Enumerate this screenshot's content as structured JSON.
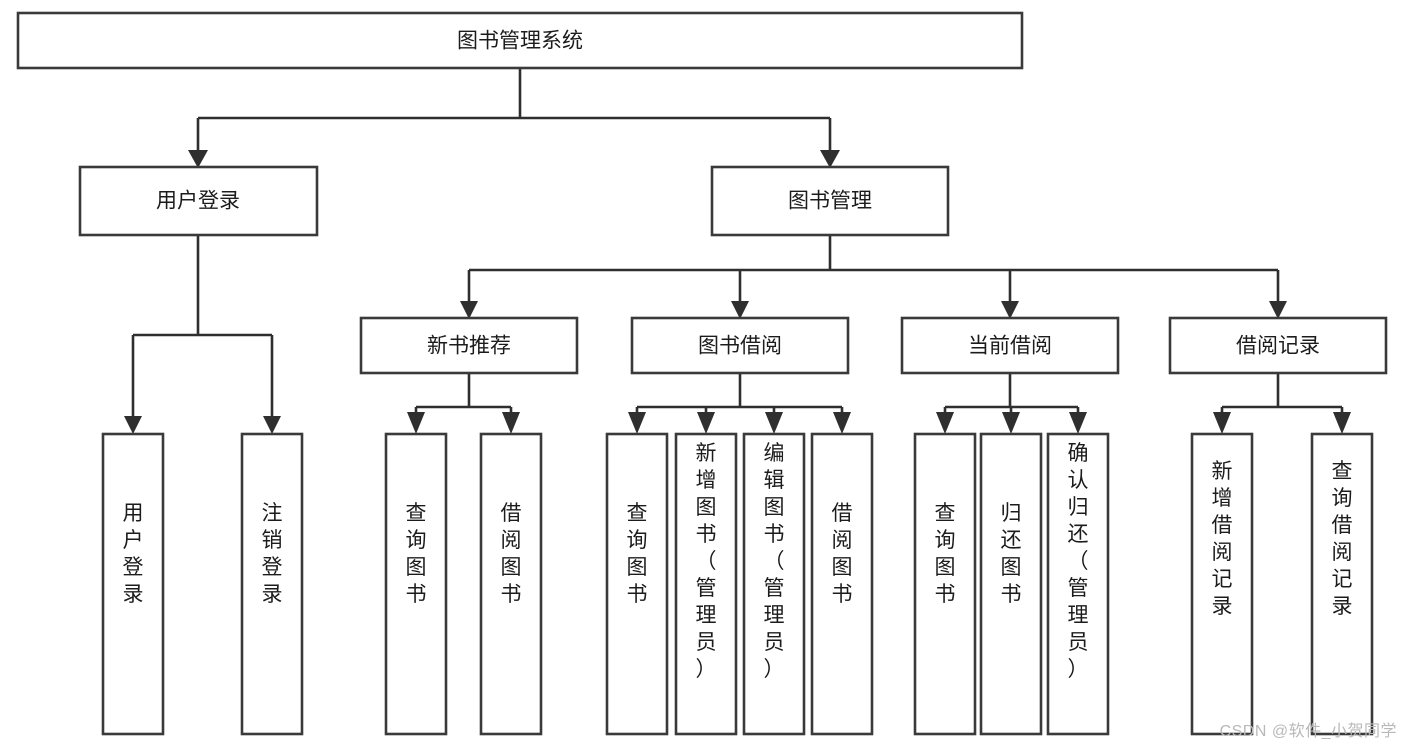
{
  "diagram": {
    "title": "图书管理系统",
    "type": "tree-hierarchy-chart",
    "watermark": "CSDN @软件_小贺同学",
    "colors": {
      "background": "#ffffff",
      "box_stroke": "#3a3a3a",
      "connector": "#2f2f2f",
      "text": "#1c1c1c",
      "watermark": "#b9b9b9"
    },
    "nodes": {
      "root": {
        "label": "图书管理系统",
        "orientation": "horizontal"
      },
      "level2": [
        {
          "id": "user-login",
          "label": "用户登录",
          "orientation": "horizontal"
        },
        {
          "id": "book-manage",
          "label": "图书管理",
          "orientation": "horizontal"
        }
      ],
      "level3": [
        {
          "id": "new-book-recommend",
          "label": "新书推荐",
          "orientation": "horizontal"
        },
        {
          "id": "book-borrow",
          "label": "图书借阅",
          "orientation": "horizontal"
        },
        {
          "id": "current-borrow",
          "label": "当前借阅",
          "orientation": "horizontal"
        },
        {
          "id": "borrow-record",
          "label": "借阅记录",
          "orientation": "horizontal"
        }
      ],
      "leaves": {
        "user_login": [
          {
            "id": "leaf-user-login",
            "label": "用户登录",
            "orientation": "vertical"
          },
          {
            "id": "leaf-logout-login",
            "label": "注销登录",
            "orientation": "vertical"
          }
        ],
        "new_book_recommend": [
          {
            "id": "leaf-query-book-1",
            "label": "查询图书",
            "orientation": "vertical"
          },
          {
            "id": "leaf-borrow-book-1",
            "label": "借阅图书",
            "orientation": "vertical"
          }
        ],
        "book_borrow": [
          {
            "id": "leaf-query-book-2",
            "label": "查询图书",
            "orientation": "vertical"
          },
          {
            "id": "leaf-add-book-admin",
            "label": "新增图书（管理员）",
            "orientation": "vertical"
          },
          {
            "id": "leaf-edit-book-admin",
            "label": "编辑图书（管理员）",
            "orientation": "vertical"
          },
          {
            "id": "leaf-borrow-book-2",
            "label": "借阅图书",
            "orientation": "vertical"
          }
        ],
        "current_borrow": [
          {
            "id": "leaf-query-book-3",
            "label": "查询图书",
            "orientation": "vertical"
          },
          {
            "id": "leaf-return-book",
            "label": "归还图书",
            "orientation": "vertical"
          },
          {
            "id": "leaf-confirm-return-admin",
            "label": "确认归还（管理员）",
            "orientation": "vertical"
          }
        ],
        "borrow_record": [
          {
            "id": "leaf-add-borrow-record",
            "label": "新增借阅记录",
            "orientation": "vertical"
          },
          {
            "id": "leaf-query-borrow-record",
            "label": "查询借阅记录",
            "orientation": "vertical"
          }
        ]
      }
    },
    "edges": [
      {
        "from": "图书管理系统",
        "to": "用户登录"
      },
      {
        "from": "图书管理系统",
        "to": "图书管理"
      },
      {
        "from": "用户登录",
        "to": "用户登录"
      },
      {
        "from": "用户登录",
        "to": "注销登录"
      },
      {
        "from": "图书管理",
        "to": "新书推荐"
      },
      {
        "from": "图书管理",
        "to": "图书借阅"
      },
      {
        "from": "图书管理",
        "to": "当前借阅"
      },
      {
        "from": "图书管理",
        "to": "借阅记录"
      },
      {
        "from": "新书推荐",
        "to": "查询图书"
      },
      {
        "from": "新书推荐",
        "to": "借阅图书"
      },
      {
        "from": "图书借阅",
        "to": "查询图书"
      },
      {
        "from": "图书借阅",
        "to": "新增图书（管理员）"
      },
      {
        "from": "图书借阅",
        "to": "编辑图书（管理员）"
      },
      {
        "from": "图书借阅",
        "to": "借阅图书"
      },
      {
        "from": "当前借阅",
        "to": "查询图书"
      },
      {
        "from": "当前借阅",
        "to": "归还图书"
      },
      {
        "from": "当前借阅",
        "to": "确认归还（管理员）"
      },
      {
        "from": "借阅记录",
        "to": "新增借阅记录"
      },
      {
        "from": "借阅记录",
        "to": "查询借阅记录"
      }
    ]
  }
}
